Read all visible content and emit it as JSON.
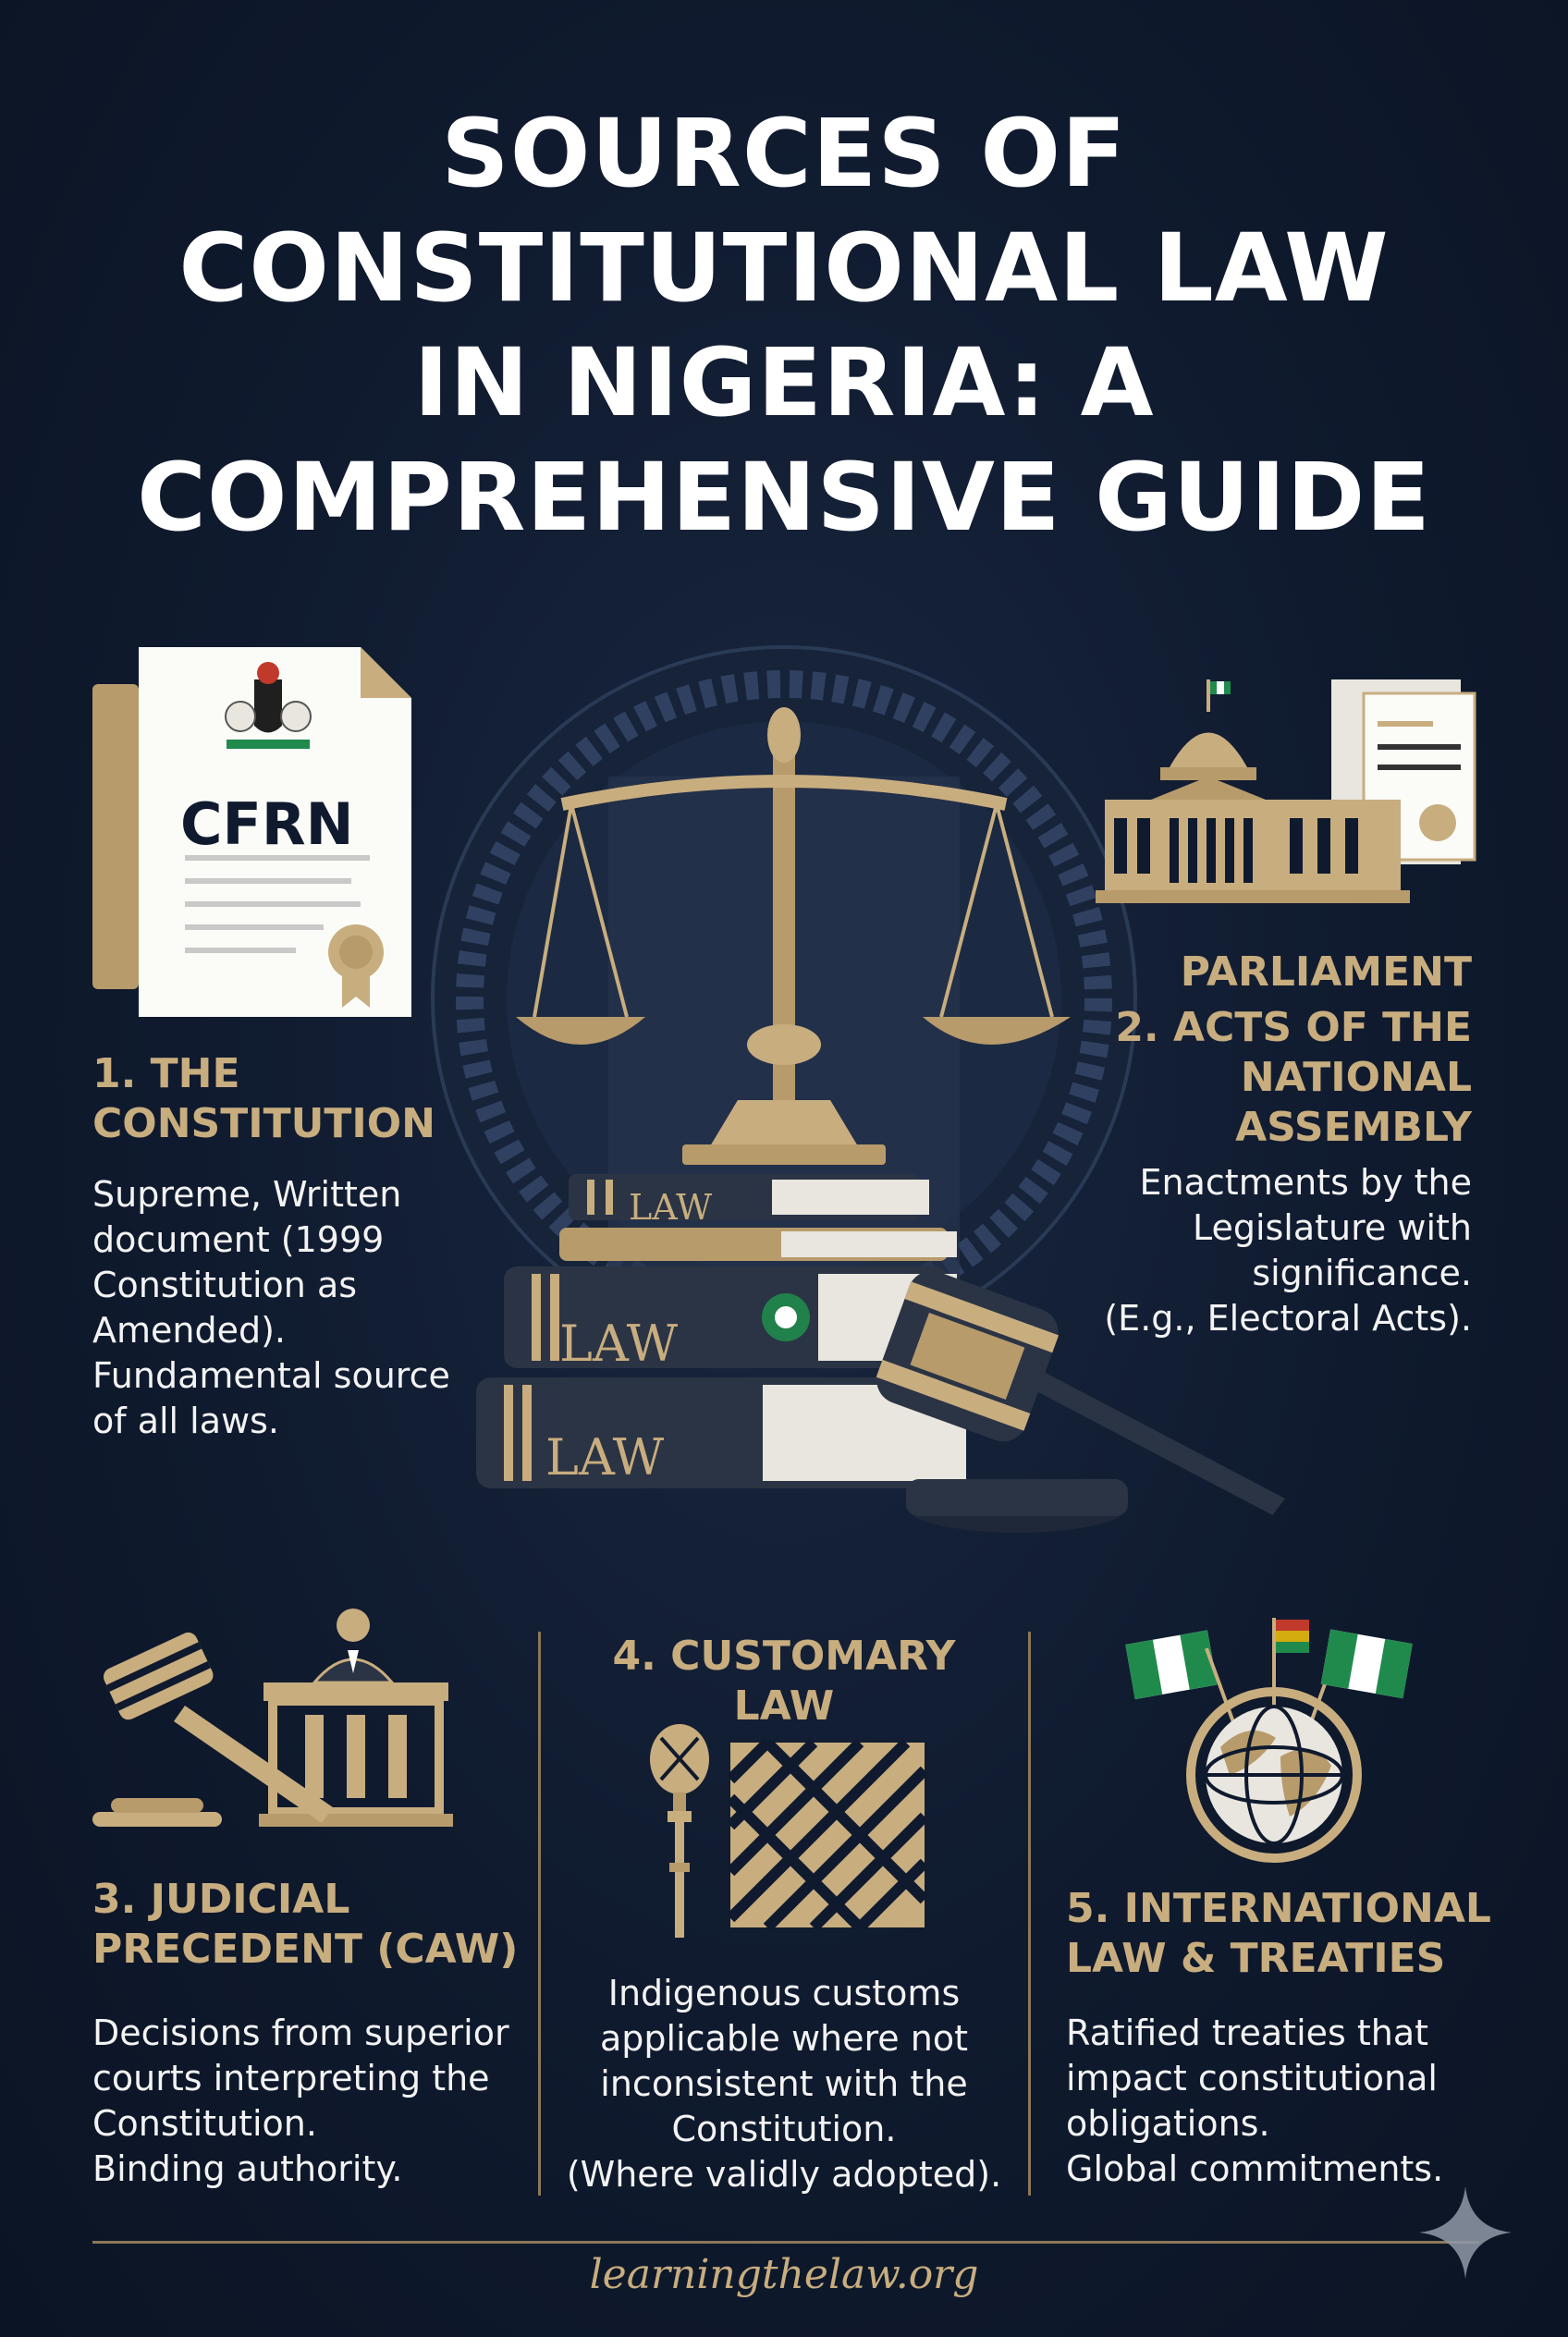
{
  "title": "SOURCES OF\nCONSTITUTIONAL LAW\nIN NIGERIA: A\nCOMPREHENSIVE GUIDE",
  "colors": {
    "background": "#0f1a2e",
    "gold": "#c8ad7f",
    "text": "#ffffff",
    "nigeria_green": "#1f8a4c"
  },
  "sections": {
    "constitution": {
      "icon": "constitution-document-icon",
      "doc_label": "CFRN",
      "title": "1. THE\nCONSTITUTION",
      "description": "Supreme, Written\ndocument (1999\nConstitution as\nAmended).\nFundamental source\nof all laws."
    },
    "acts": {
      "icon": "parliament-building-icon",
      "kicker": "PARLIAMENT",
      "title": "2. ACTS OF THE\nNATIONAL\nASSEMBLY",
      "description": "Enactments by the\nLegislature with\nsignificance.\n(E.g., Electoral Acts)."
    },
    "judicial": {
      "icon": "courtroom-gavel-icon",
      "title": "3. JUDICIAL\nPRECEDENT (CAW)",
      "description": "Decisions from superior\ncourts interpreting the\nConstitution.\nBinding authority."
    },
    "customary": {
      "icon": "staff-and-woven-pattern-icon",
      "title": "4. CUSTOMARY\nLAW",
      "description": "Indigenous customs\napplicable where not\ninconsistent with the\nConstitution.\n(Where validly adopted)."
    },
    "international": {
      "icon": "globe-with-flags-icon",
      "title": "5. INTERNATIONAL\nLAW & TREATIES",
      "description": "Ratified treaties that\nimpact constitutional\nobligations.\nGlobal commitments."
    }
  },
  "center_books": [
    "LAW",
    "LAW",
    "LAW"
  ],
  "footer": "learningthelaw.org"
}
